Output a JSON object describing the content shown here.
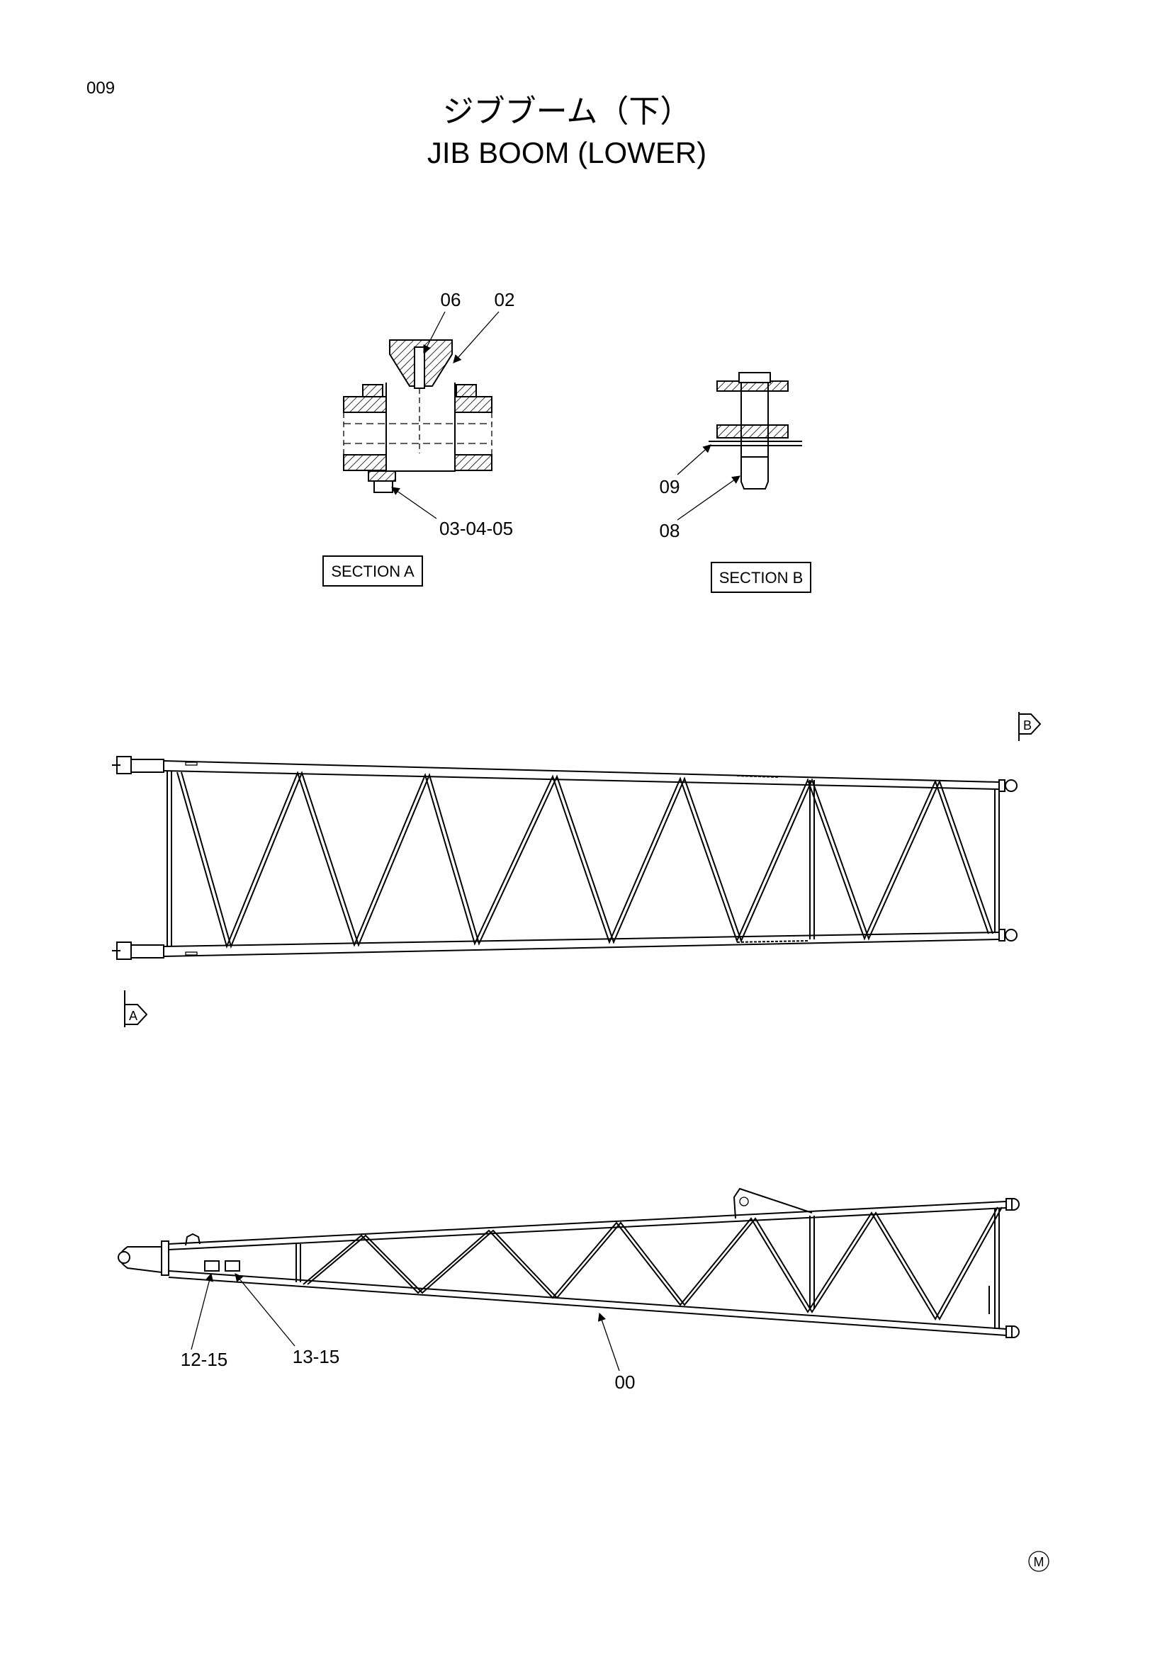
{
  "page": {
    "number": "009",
    "title_jp": "ジブブーム（下）",
    "title_en": "JIB BOOM (LOWER)",
    "mark": "M"
  },
  "section_a": {
    "label": "SECTION A",
    "callouts": [
      "06",
      "02",
      "03-04-05"
    ]
  },
  "section_b": {
    "label": "SECTION B",
    "callouts": [
      "09",
      "08"
    ]
  },
  "view_markers": {
    "a": "A",
    "b": "B"
  },
  "side_view": {
    "callouts": [
      "12-15",
      "13-15",
      "00"
    ]
  }
}
